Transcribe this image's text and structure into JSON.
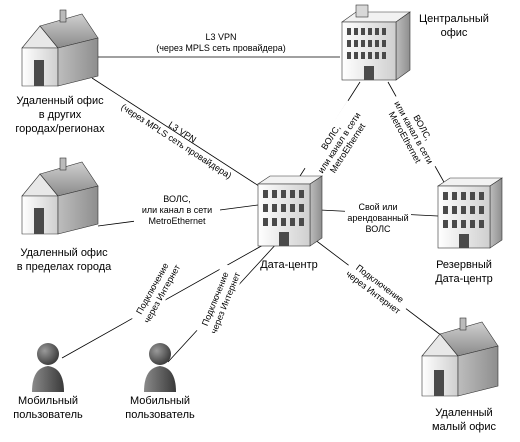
{
  "nodes": {
    "central_office": {
      "icon": "office-building-icon",
      "label": [
        "Центральный",
        "офис"
      ]
    },
    "datacenter": {
      "icon": "office-building-icon",
      "label": [
        "Дата-центр"
      ]
    },
    "backup_dc": {
      "icon": "office-building-icon",
      "label": [
        "Резервный",
        "Дата-центр"
      ]
    },
    "remote_region": {
      "icon": "house-icon",
      "label": [
        "Удаленный офис",
        "в других",
        "городах/регионах"
      ]
    },
    "remote_city": {
      "icon": "house-icon",
      "label": [
        "Удаленный офис",
        "в пределах города"
      ]
    },
    "remote_small": {
      "icon": "house-icon",
      "label": [
        "Удаленный",
        "малый офис"
      ]
    },
    "mobile_user_1": {
      "icon": "person-icon",
      "label": [
        "Мобильный",
        "пользователь"
      ]
    },
    "mobile_user_2": {
      "icon": "person-icon",
      "label": [
        "Мобильный",
        "пользователь"
      ]
    }
  },
  "edges": {
    "region_central": [
      "L3 VPN",
      "(через MPLS сеть провайдера)"
    ],
    "region_dc": [
      "L3 VPN",
      "(через MPLS сеть провайдера)"
    ],
    "central_dc": [
      "ВОЛС,",
      "или канал в сети",
      "MetroEthernet"
    ],
    "central_backup": [
      "ВОЛС,",
      "или канал в сети",
      "MetroEthernet"
    ],
    "city_dc": [
      "ВОЛС,",
      "или канал в сети",
      "MetroEthernet"
    ],
    "dc_backup": [
      "Свой или",
      "арендованный",
      "ВОЛС"
    ],
    "user1_dc": [
      "Подключение",
      "через Интернет"
    ],
    "user2_dc": [
      "Подключение",
      "через Интернет"
    ],
    "small_dc": [
      "Подключение",
      "через Интернет"
    ]
  },
  "colors": {
    "wall": "#e6e6e6",
    "roof": "#9a9a9a",
    "window": "#4a4a4a",
    "person": "#555555"
  }
}
